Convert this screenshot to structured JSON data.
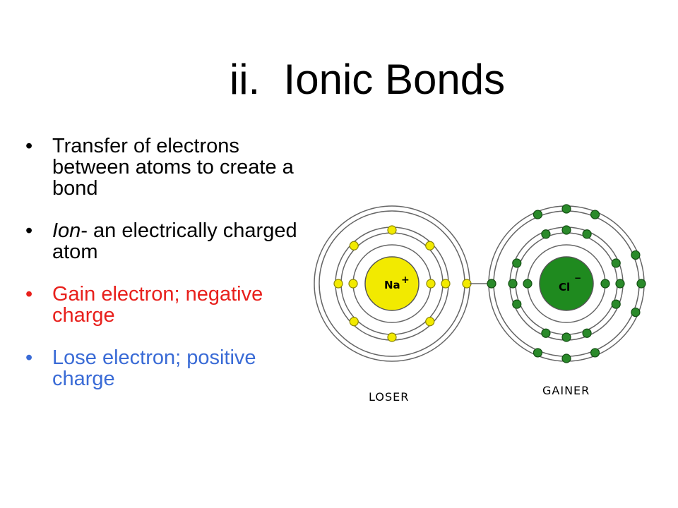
{
  "slide": {
    "title": "ii.  Ionic Bonds",
    "bullets": [
      {
        "text": "Transfer of electrons between atoms to create a bond",
        "color": "#000000"
      },
      {
        "term": "Ion",
        "text": "- an electrically charged atom",
        "color": "#000000"
      },
      {
        "text": "Gain electron; negative charge",
        "color": "#e8201c"
      },
      {
        "text": "Lose electron; positive charge",
        "color": "#3a6bd6"
      }
    ]
  },
  "diagram": {
    "sodium": {
      "label": "Na",
      "charge": "+",
      "nucleus_color": "#f2ea00",
      "electron_color": "#f2ea00",
      "caption": "LOSER"
    },
    "chlorine": {
      "label": "Cl",
      "charge": "−",
      "nucleus_color": "#1f8a1f",
      "electron_color": "#2a8a2a",
      "caption": "GAINER"
    }
  }
}
